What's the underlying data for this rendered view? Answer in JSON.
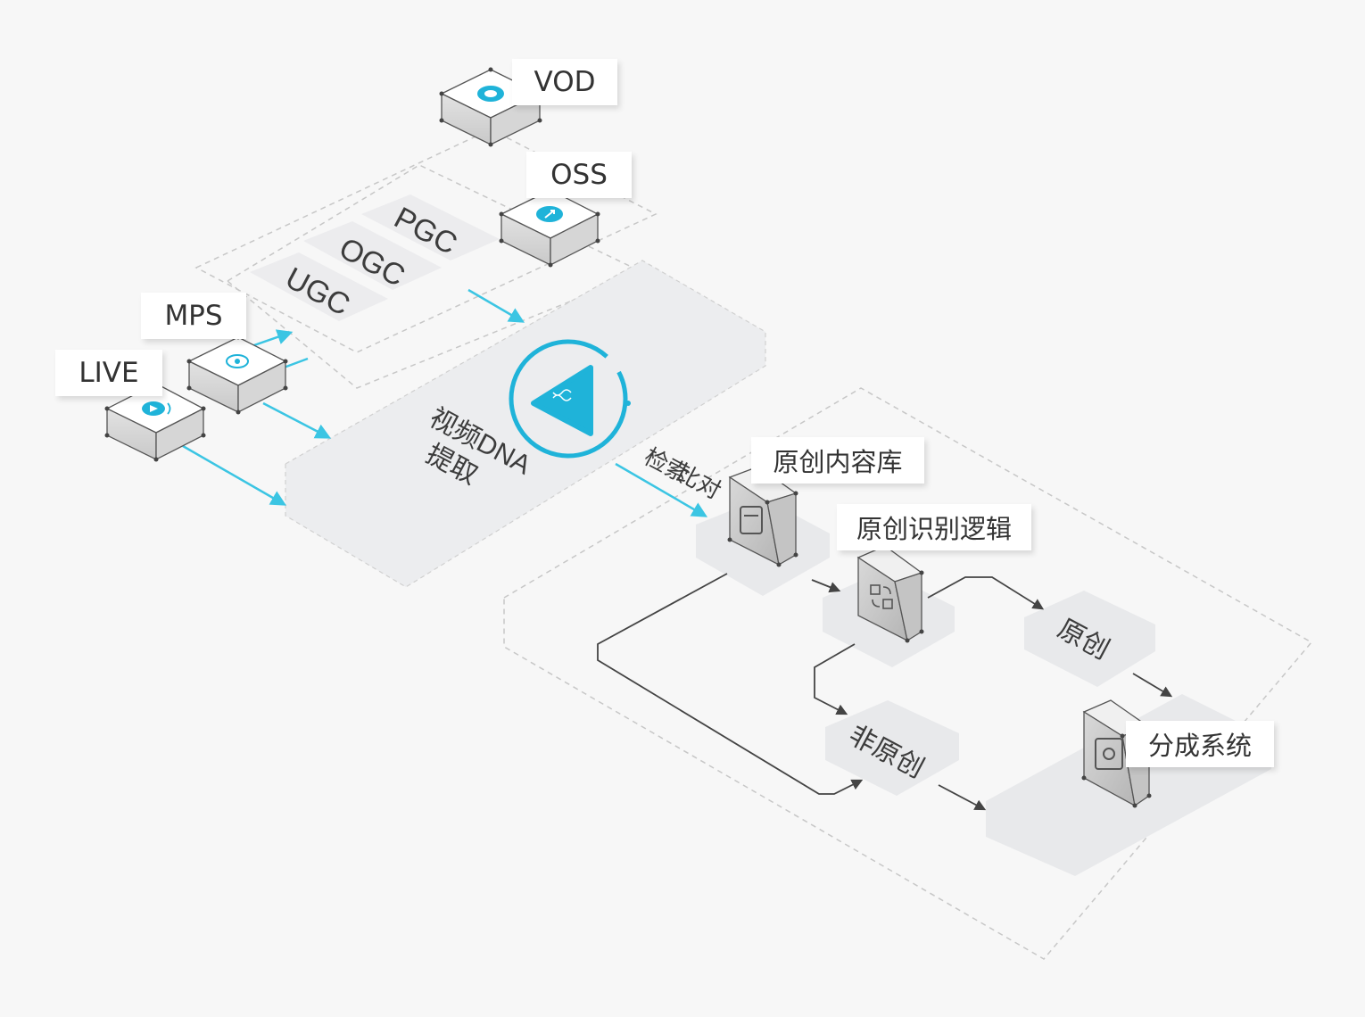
{
  "sources": {
    "vod": "VOD",
    "oss": "OSS",
    "mps": "MPS",
    "live": "LIVE"
  },
  "content_types": [
    "PGC",
    "OGC",
    "UGC"
  ],
  "dna_extract": {
    "line1": "视频DNA",
    "line2": "提取"
  },
  "search_compare": {
    "line1": "检索",
    "line2": "比对"
  },
  "original_library": "原创内容库",
  "original_logic": "原创识别逻辑",
  "original": "原创",
  "non_original": "非原创",
  "compose_system": "分成系统",
  "colors": {
    "accent": "#1fb3d9",
    "arrow_cyan": "#3bc5e3",
    "panel": "#ecedef",
    "dashed": "#c7c7c7",
    "flow_line": "#4a4a4a"
  }
}
